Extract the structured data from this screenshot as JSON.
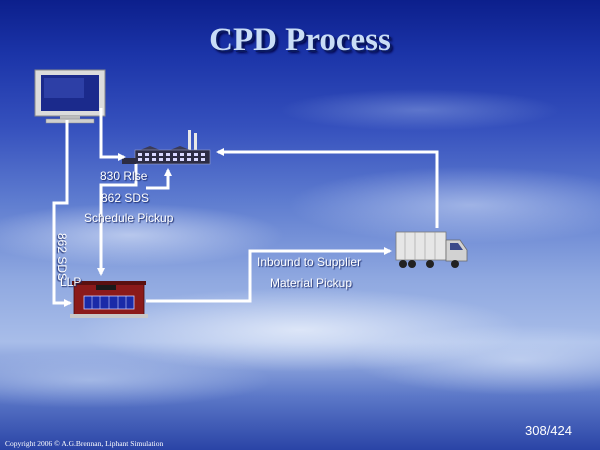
{
  "slide": {
    "title": "CPD Process",
    "labels": {
      "rlse": "830 Rlse",
      "sds_top": "862 SDS",
      "schedule_pickup": "Schedule Pickup",
      "sds_vertical": "862 SDS",
      "llp": "LLP",
      "inbound": "Inbound to Supplier",
      "material_pickup": "Material Pickup"
    },
    "page_number": "308/424",
    "copyright": "Copyright 2006 © A.G.Brennan, Liphant Simulation"
  },
  "colors": {
    "sky_top": "#0c1f8c",
    "arrow": "#ffffff",
    "title": "#c9ddf6",
    "building": "#8b1a1a"
  },
  "icons": [
    "computer-monitor-icon",
    "factory-icon",
    "warehouse-building-icon",
    "semi-truck-icon"
  ]
}
